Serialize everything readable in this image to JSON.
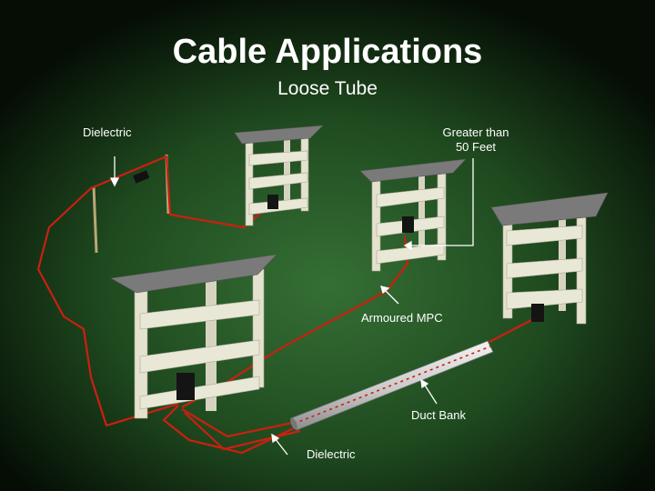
{
  "slide": {
    "title": "Cable Applications",
    "subtitle": "Loose Tube"
  },
  "labels": {
    "dielectric_top": "Dielectric",
    "greater_than_line1": "Greater than",
    "greater_than_line2": "50 Feet",
    "armoured_mpc": "Armoured MPC",
    "duct_bank": "Duct Bank",
    "dielectric_bottom": "Dielectric"
  },
  "colors": {
    "background_center": "#2f6a2f",
    "background_edge": "#050d05",
    "cable": "#cc1f10",
    "rack_frame": "#e4e2cf",
    "rack_top": "#7a7a7a",
    "text": "#ffffff"
  }
}
